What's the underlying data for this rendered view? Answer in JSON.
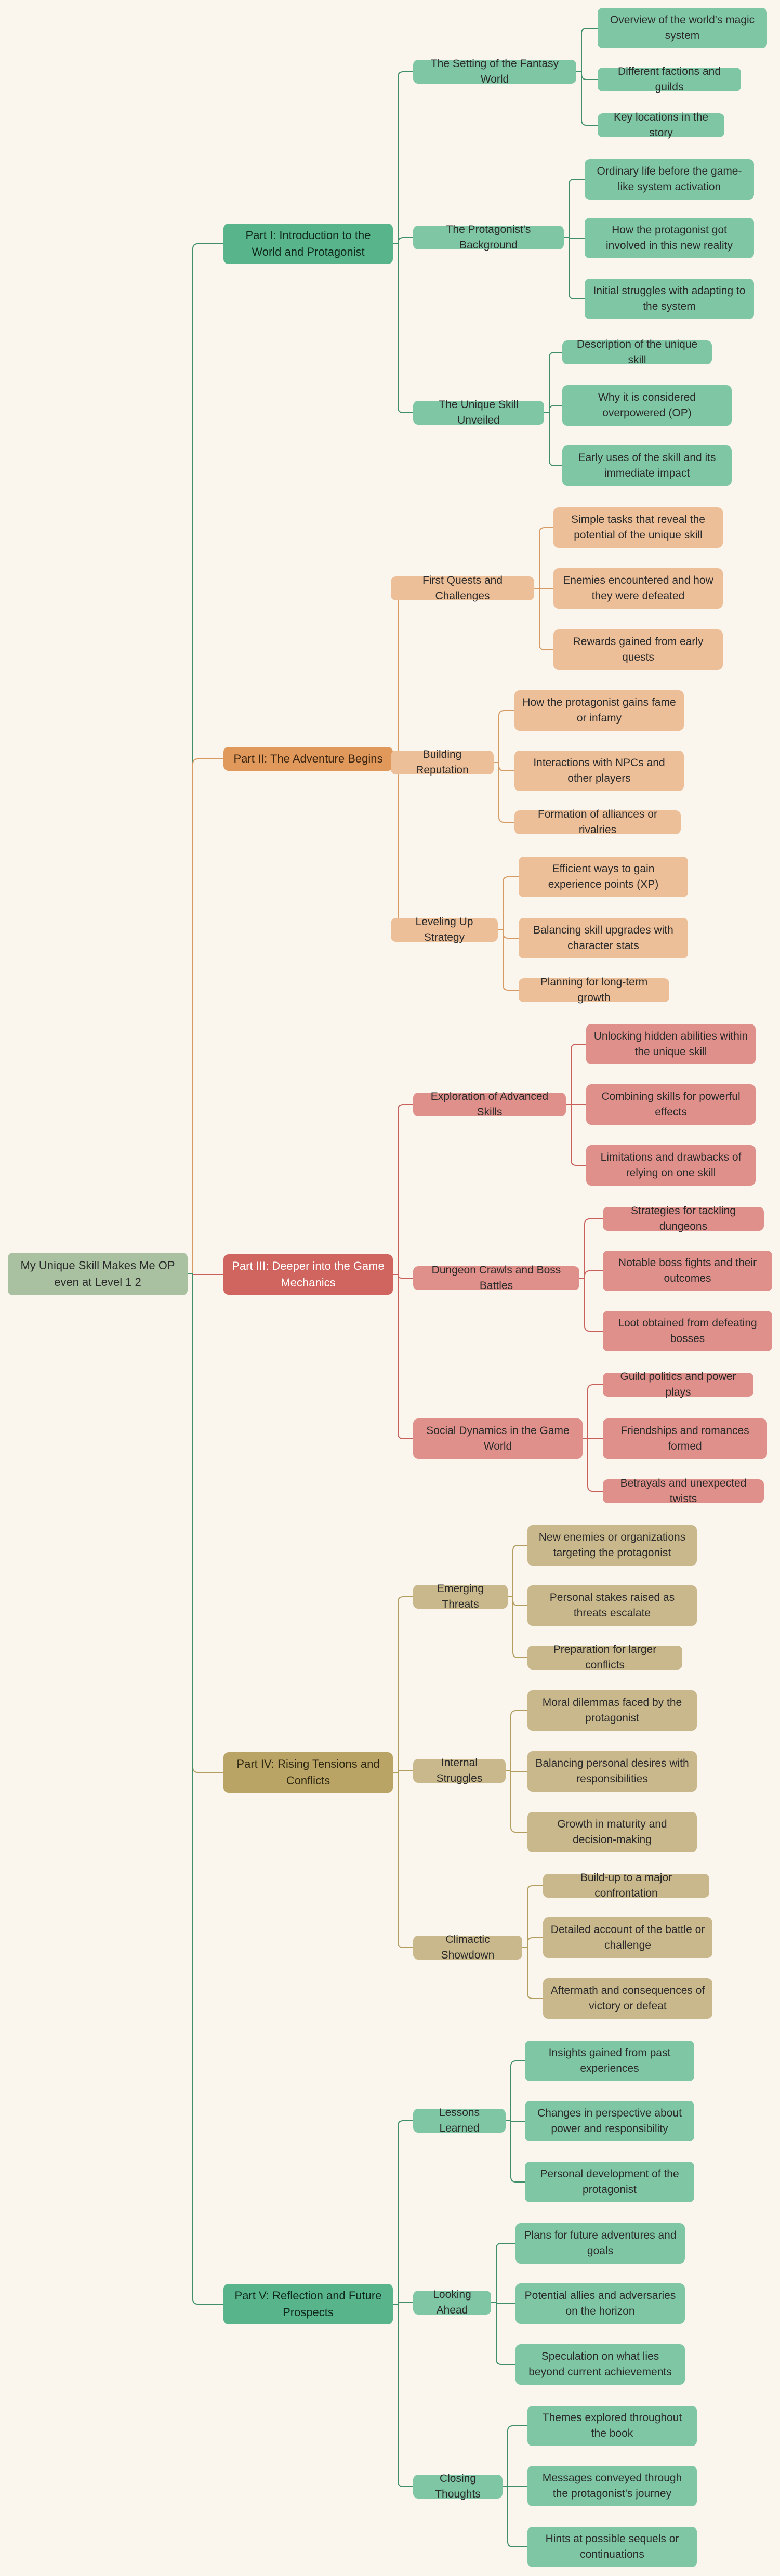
{
  "root": {
    "label": "My Unique Skill Makes Me OP even at Level 1 2"
  },
  "parts": [
    {
      "label": "Part I: Introduction to the World and Protagonist",
      "color": "#58b48b",
      "edge": "#3f8f6a",
      "sections": [
        {
          "label": "The Setting of the Fantasy World",
          "items": [
            "Overview of the world's magic system",
            "Different factions and guilds",
            "Key locations in the story"
          ]
        },
        {
          "label": "The Protagonist's Background",
          "items": [
            "Ordinary life before the game-like system activation",
            "How the protagonist got involved in this new reality",
            "Initial struggles with adapting to the system"
          ]
        },
        {
          "label": "The Unique Skill Unveiled",
          "items": [
            "Description of the unique skill",
            "Why it is considered overpowered (OP)",
            "Early uses of the skill and its immediate impact"
          ]
        }
      ]
    },
    {
      "label": "Part II: The Adventure Begins",
      "color": "#e0995b",
      "edge": "#d79a63",
      "sections": [
        {
          "label": "First Quests and Challenges",
          "items": [
            "Simple tasks that reveal the potential of the unique skill",
            "Enemies encountered and how they were defeated",
            "Rewards gained from early quests"
          ]
        },
        {
          "label": "Building Reputation",
          "items": [
            "How the protagonist gains fame or infamy",
            "Interactions with NPCs and other players",
            "Formation of alliances or rivalries"
          ]
        },
        {
          "label": "Leveling Up Strategy",
          "items": [
            "Efficient ways to gain experience points (XP)",
            "Balancing skill upgrades with character stats",
            "Planning for long-term growth"
          ]
        }
      ]
    },
    {
      "label": "Part III: Deeper into the Game Mechanics",
      "color": "#d0655f",
      "edge": "#c9605b",
      "sections": [
        {
          "label": "Exploration of Advanced Skills",
          "items": [
            "Unlocking hidden abilities within the unique skill",
            "Combining skills for powerful effects",
            "Limitations and drawbacks of relying on one skill"
          ]
        },
        {
          "label": "Dungeon Crawls and Boss Battles",
          "items": [
            "Strategies for tackling dungeons",
            "Notable boss fights and their outcomes",
            "Loot obtained from defeating bosses"
          ]
        },
        {
          "label": "Social Dynamics in the Game World",
          "items": [
            "Guild politics and power plays",
            "Friendships and romances formed",
            "Betrayals and unexpected twists"
          ]
        }
      ]
    },
    {
      "label": "Part IV: Rising Tensions and Conflicts",
      "color": "#b9a466",
      "edge": "#b39e60",
      "sections": [
        {
          "label": "Emerging Threats",
          "items": [
            "New enemies or organizations targeting the protagonist",
            "Personal stakes raised as threats escalate",
            "Preparation for larger conflicts"
          ]
        },
        {
          "label": "Internal Struggles",
          "items": [
            "Moral dilemmas faced by the protagonist",
            "Balancing personal desires with responsibilities",
            "Growth in maturity and decision-making"
          ]
        },
        {
          "label": "Climactic Showdown",
          "items": [
            "Build-up to a major confrontation",
            "Detailed account of the battle or challenge",
            "Aftermath and consequences of victory or defeat"
          ]
        }
      ]
    },
    {
      "label": "Part V: Reflection and Future Prospects",
      "color": "#58b48b",
      "edge": "#3f8f6a",
      "sections": [
        {
          "label": "Lessons Learned",
          "items": [
            "Insights gained from past experiences",
            "Changes in perspective about power and responsibility",
            "Personal development of the protagonist"
          ]
        },
        {
          "label": "Looking Ahead",
          "items": [
            "Plans for future adventures and goals",
            "Potential allies and adversaries on the horizon",
            "Speculation on what lies beyond current achievements"
          ]
        },
        {
          "label": "Closing Thoughts",
          "items": [
            "Themes explored throughout the book",
            "Messages conveyed through the protagonist's journey",
            "Hints at possible sequels or continuations"
          ]
        }
      ]
    }
  ]
}
